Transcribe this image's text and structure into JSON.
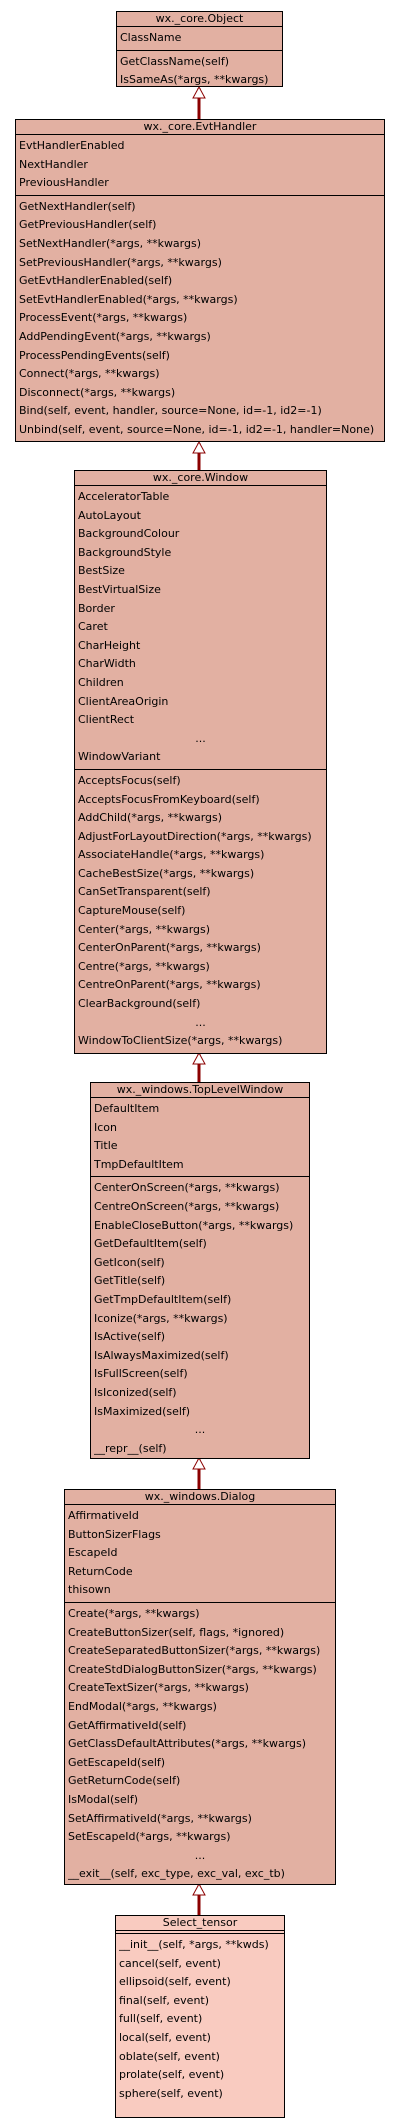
{
  "classes": [
    {
      "name": "wx._core.Object",
      "attributes": [
        "ClassName"
      ],
      "methods": [
        "GetClassName(self)",
        "IsSameAs(*args, **kwargs)"
      ]
    },
    {
      "name": "wx._core.EvtHandler",
      "attributes": [
        "EvtHandlerEnabled",
        "NextHandler",
        "PreviousHandler"
      ],
      "methods": [
        "GetNextHandler(self)",
        "GetPreviousHandler(self)",
        "SetNextHandler(*args, **kwargs)",
        "SetPreviousHandler(*args, **kwargs)",
        "GetEvtHandlerEnabled(self)",
        "SetEvtHandlerEnabled(*args, **kwargs)",
        "ProcessEvent(*args, **kwargs)",
        "AddPendingEvent(*args, **kwargs)",
        "ProcessPendingEvents(self)",
        "Connect(*args, **kwargs)",
        "Disconnect(*args, **kwargs)",
        "Bind(self, event, handler, source=None, id=-1, id2=-1)",
        "Unbind(self, event, source=None, id=-1, id2=-1, handler=None)"
      ]
    },
    {
      "name": "wx._core.Window",
      "attributes": [
        "AcceleratorTable",
        "AutoLayout",
        "BackgroundColour",
        "BackgroundStyle",
        "BestSize",
        "BestVirtualSize",
        "Border",
        "Caret",
        "CharHeight",
        "CharWidth",
        "Children",
        "ClientAreaOrigin",
        "ClientRect",
        "...",
        "WindowVariant"
      ],
      "methods": [
        "AcceptsFocus(self)",
        "AcceptsFocusFromKeyboard(self)",
        "AddChild(*args, **kwargs)",
        "AdjustForLayoutDirection(*args, **kwargs)",
        "AssociateHandle(*args, **kwargs)",
        "CacheBestSize(*args, **kwargs)",
        "CanSetTransparent(self)",
        "CaptureMouse(self)",
        "Center(*args, **kwargs)",
        "CenterOnParent(*args, **kwargs)",
        "Centre(*args, **kwargs)",
        "CentreOnParent(*args, **kwargs)",
        "ClearBackground(self)",
        "...",
        "WindowToClientSize(*args, **kwargs)"
      ]
    },
    {
      "name": "wx._windows.TopLevelWindow",
      "attributes": [
        "DefaultItem",
        "Icon",
        "Title",
        "TmpDefaultItem"
      ],
      "methods": [
        "CenterOnScreen(*args, **kwargs)",
        "CentreOnScreen(*args, **kwargs)",
        "EnableCloseButton(*args, **kwargs)",
        "GetDefaultItem(self)",
        "GetIcon(self)",
        "GetTitle(self)",
        "GetTmpDefaultItem(self)",
        "Iconize(*args, **kwargs)",
        "IsActive(self)",
        "IsAlwaysMaximized(self)",
        "IsFullScreen(self)",
        "IsIconized(self)",
        "IsMaximized(self)",
        "...",
        "__repr__(self)"
      ]
    },
    {
      "name": "wx._windows.Dialog",
      "attributes": [
        "AffirmativeId",
        "ButtonSizerFlags",
        "EscapeId",
        "ReturnCode",
        "thisown"
      ],
      "methods": [
        "Create(*args, **kwargs)",
        "CreateButtonSizer(self, flags, *ignored)",
        "CreateSeparatedButtonSizer(*args, **kwargs)",
        "CreateStdDialogButtonSizer(*args, **kwargs)",
        "CreateTextSizer(*args, **kwargs)",
        "EndModal(*args, **kwargs)",
        "GetAffirmativeId(self)",
        "GetClassDefaultAttributes(*args, **kwargs)",
        "GetEscapeId(self)",
        "GetReturnCode(self)",
        "IsModal(self)",
        "SetAffirmativeId(*args, **kwargs)",
        "SetEscapeId(*args, **kwargs)",
        "...",
        "__exit__(self, exc_type, exc_val, exc_tb)"
      ]
    },
    {
      "name": "Select_tensor",
      "attributes": [],
      "methods": [
        "__init__(self, *args, **kwds)",
        "cancel(self, event)",
        "ellipsoid(self, event)",
        "final(self, event)",
        "full(self, event)",
        "local(self, event)",
        "oblate(self, event)",
        "prolate(self, event)",
        "sphere(self, event)"
      ]
    }
  ]
}
